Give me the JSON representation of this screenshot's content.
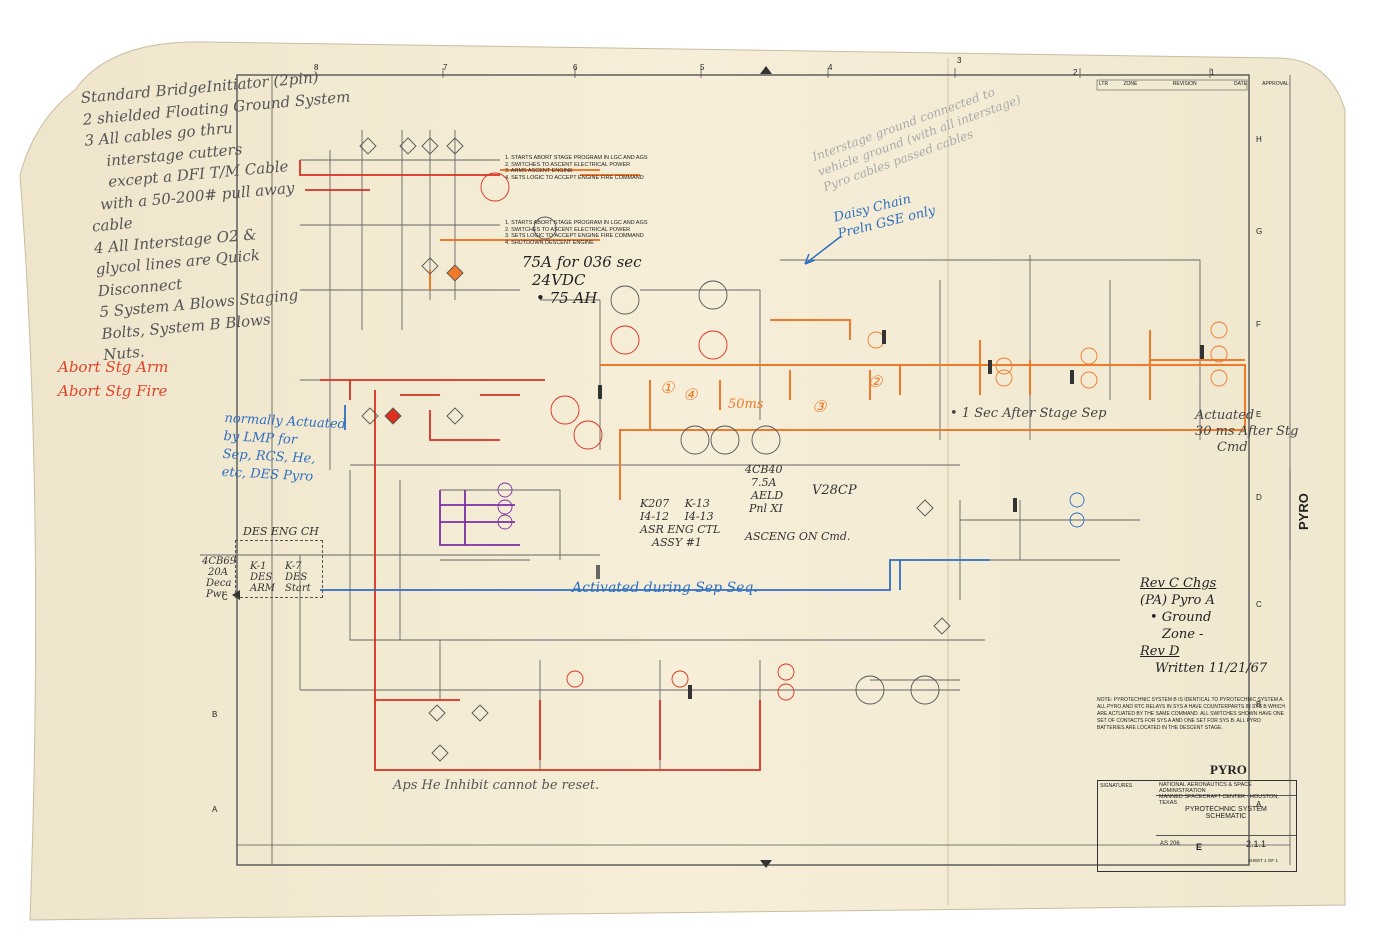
{
  "title_block": {
    "stamp": "PYRO",
    "agency_line1": "NATIONAL AERONAUTICS & SPACE ADMINISTRATION",
    "agency_line2": "MANNED SPACECRAFT CENTER · HOUSTON, TEXAS",
    "drawing_title_1": "PYROTECHNIC SYSTEM",
    "drawing_title_2": "SCHEMATIC",
    "mission": "AS 206",
    "size": "E",
    "dwg_no": "2.1.1",
    "sheet": "SHEET 1 OF 1",
    "signatures_label": "SIGNATURES"
  },
  "side_label": "PYRO",
  "grid": {
    "columns": [
      "8",
      "7",
      "6",
      "5",
      "4",
      "3",
      "2",
      "1"
    ],
    "rows": [
      "H",
      "G",
      "F",
      "E",
      "D",
      "C",
      "B",
      "A"
    ]
  },
  "revision_header": [
    "LTR",
    "ZONE",
    "REVISION",
    "DATE",
    "APPROVAL"
  ],
  "note_text": "NOTE: PYROTECHNIC SYSTEM B IS IDENTICAL TO PYROTECHNIC SYSTEM A. ALL PYRO AND RTC RELAYS IN SYS A HAVE COUNTERPARTS IN SYS B WHICH ARE ACTUATED BY THE SAME COMMAND. ALL SWITCHES SHOWN HAVE ONE SET OF CONTACTS FOR SYS A AND ONE SET FOR SYS B. ALL PYRO BATTERIES ARE LOCATED IN THE DESCENT STAGE.",
  "abort_notes": [
    "1. STARTS ABORT STAGE PROGRAM IN LGC AND AGS",
    "2. SWITCHES TO ASCENT ELECTRICAL POWER",
    "3. ARMS ASCENT ENGINE",
    "4. SETS LOGIC TO ACCEPT ENGINE FIRE COMMAND"
  ],
  "abort_notes_2": [
    "1. STARTS ABORT STAGE PROGRAM IN LGC AND AGS",
    "2. SWITCHES TO ASCENT ELECTRICAL POWER",
    "3. SETS LOGIC TO ACCEPT ENGINE FIRE COMMAND",
    "4. SHUTDOWN DESCENT ENGINE"
  ],
  "pencil_notes": [
    "Standard BridgeInitiator (2pin)",
    "2 shielded Floating Ground System",
    "3 All cables go thru",
    "interstage cutters",
    "except a DFI T/M Cable",
    "with a 50-200# pull away",
    "cable",
    "4 All Interstage O2 &",
    "glycol lines are Quick",
    "Disconnect",
    "5 System A Blows Staging",
    "Bolts, System B Blows",
    "Nuts."
  ],
  "red_notes": [
    "Abort Stg Arm",
    "Abort Stg Fire"
  ],
  "blue_notes": {
    "daisy": [
      "Daisy Chain",
      "Preln GSE only"
    ],
    "lmp": [
      "normally Actuated",
      "by LMP for",
      "Sep, RCS, He,",
      "etc, DES Pyro"
    ],
    "sep": "Activated during Sep Seq.",
    "ascent": "ASCENG ON Cmd.",
    "actuated": [
      "Actuated",
      "30 ms After Stg",
      "Cmd"
    ],
    "onesec": "• 1 Sec After Stage Sep",
    "relays": [
      "K207",
      "I4-12",
      "K-13",
      "I4-13",
      "ASR ENG CTL",
      "ASSY #1"
    ],
    "cb": [
      "4CB40",
      "7.5A",
      "AELD",
      "Pnl XI"
    ],
    "v28": "V28CP"
  },
  "black_notes": {
    "amp": [
      "75A for 036 sec",
      "24VDC",
      "• 75 AH"
    ],
    "des": "DES ENG CH",
    "cb69": [
      "4CB69",
      "20A",
      "Deca",
      "Pwr"
    ],
    "k1": [
      "K-1",
      "DES",
      "ARM"
    ],
    "k7": [
      "K-7",
      "DES",
      "Start"
    ],
    "rev": [
      "Rev C Chgs",
      "(PA) Pyro A",
      "• Ground",
      "Zone -",
      "Rev D",
      "Written 11/21/67"
    ],
    "inhibit": "Aps He Inhibit cannot be reset.",
    "faint": [
      "Interstage ground connected to",
      "vehicle ground (with all interstage)",
      "Pyro cables passed cables"
    ]
  },
  "orange_marks": [
    "①",
    "50ms",
    "③",
    "②",
    "④"
  ],
  "colors": {
    "paper": "#f3ead3",
    "line": "#5a5a5a",
    "red": "#d9301f",
    "orange": "#f07a2a",
    "purple": "#7b2fa6",
    "blue": "#2f6fc0"
  }
}
